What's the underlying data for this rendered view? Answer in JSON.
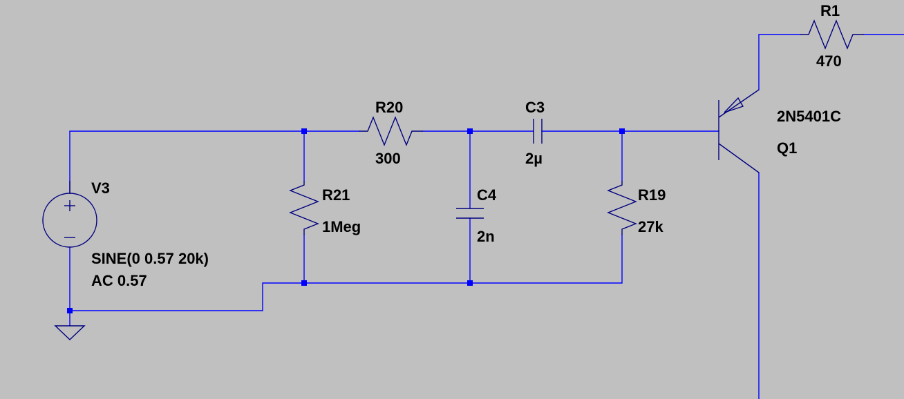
{
  "colors": {
    "background": "#c0c0c0",
    "wire": "#0000ff",
    "component": "#000080",
    "label": "#000000"
  },
  "components": {
    "r1": {
      "ref": "R1",
      "value": "470"
    },
    "r20": {
      "ref": "R20",
      "value": "300"
    },
    "r21": {
      "ref": "R21",
      "value": "1Meg"
    },
    "r19": {
      "ref": "R19",
      "value": "27k"
    },
    "c3": {
      "ref": "C3",
      "value": "2µ"
    },
    "c4": {
      "ref": "C4",
      "value": "2n"
    },
    "q1": {
      "ref": "Q1",
      "model": "2N5401C"
    },
    "v3": {
      "ref": "V3",
      "spec": "SINE(0 0.57 20k)",
      "ac": "AC 0.57"
    }
  },
  "icons": {
    "voltage_source": "voltage-source-icon",
    "ground": "ground-icon",
    "resistor": "resistor-icon",
    "capacitor": "capacitor-icon",
    "pnp_transistor": "pnp-transistor-icon"
  }
}
